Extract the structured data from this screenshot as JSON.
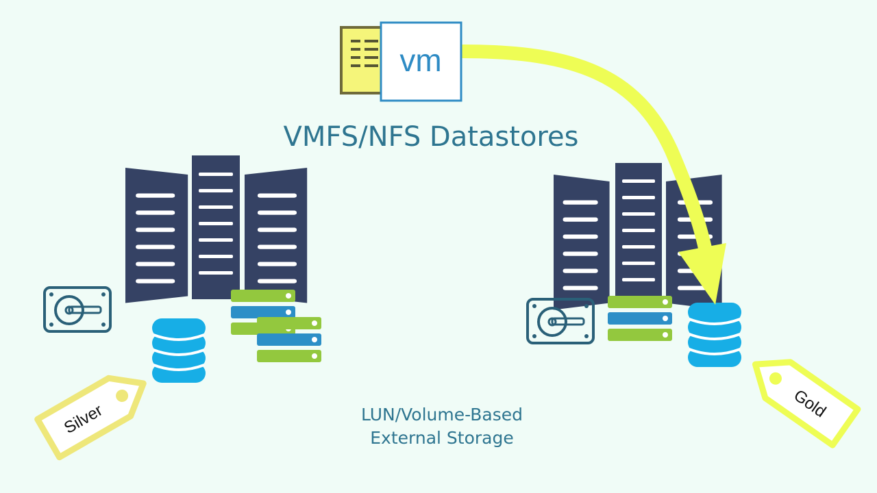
{
  "vm_icon": {
    "label": "vm"
  },
  "title": "VMFS/NFS Datastores",
  "caption": {
    "line1": "LUN/Volume-Based",
    "line2": "External Storage"
  },
  "tags": {
    "silver": "Silver",
    "gold": "Gold"
  },
  "colors": {
    "background": "#f0fcf7",
    "server": "#354264",
    "disk_blue": "#17aee6",
    "text_teal": "#2e7590",
    "tray_green": "#93c83e",
    "tray_blue": "#2c8fc7",
    "arrow_yellow": "#eefd55",
    "vm_blue": "#2e8bc4",
    "hdd_outline": "#2a6078"
  }
}
